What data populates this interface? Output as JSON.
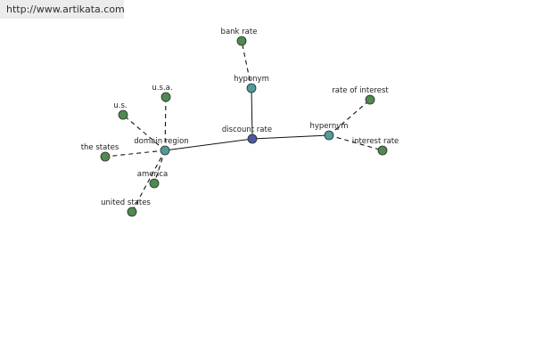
{
  "url": "http://www.artikata.com",
  "colors": {
    "root": "#4a5aa0",
    "branch": "#4f9a9a",
    "leaf": "#4f8a4f"
  },
  "nodes": {
    "discount_rate": "discount rate",
    "hyponym": "hyponym",
    "bank_rate": "bank rate",
    "hypernym": "hypernym",
    "rate_of_interest": "rate of interest",
    "interest_rate": "interest rate",
    "domain_region": "domain region",
    "usa": "u.s.a.",
    "us": "u.s.",
    "the_states": "the states",
    "america": "america",
    "united_states": "united states"
  }
}
